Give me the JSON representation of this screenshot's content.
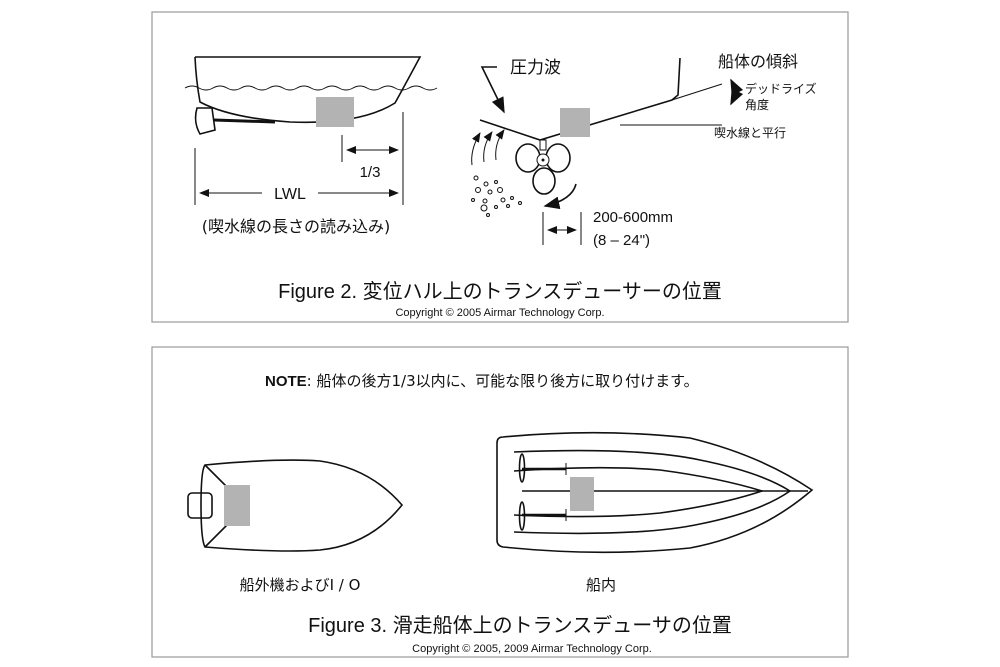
{
  "figure2": {
    "labels": {
      "one_third": "1/3",
      "lwl": "LWL",
      "lwl_note": "(喫水線の長さの読み込み)",
      "pressure_wave": "圧力波",
      "hull_slope": "船体の傾斜",
      "deadrise": "デッドライズ",
      "angle": "角度",
      "parallel_waterline": "喫水線と平行",
      "distance_mm": "200-600mm",
      "distance_in": "(8 – 24\")"
    },
    "caption_prefix": "Figure 2.",
    "caption": "変位ハル上のトランスデューサーの位置",
    "copyright": "Copyright © 2005 Airmar Technology Corp."
  },
  "figure3": {
    "note_label": "NOTE",
    "note_text": ": 船体の後方1/3以内に、可能な限り後方に取り付けます。",
    "outboard_label": "船外機およびI / O",
    "inboard_label": "船内",
    "caption_prefix": "Figure 3.",
    "caption": "滑走船体上のトランスデューサの位置",
    "copyright": "Copyright © 2005, 2009 Airmar Technology Corp."
  },
  "colors": {
    "transducer": "#b3b3b3",
    "line": "#111111",
    "border": "#9a9a9a"
  }
}
